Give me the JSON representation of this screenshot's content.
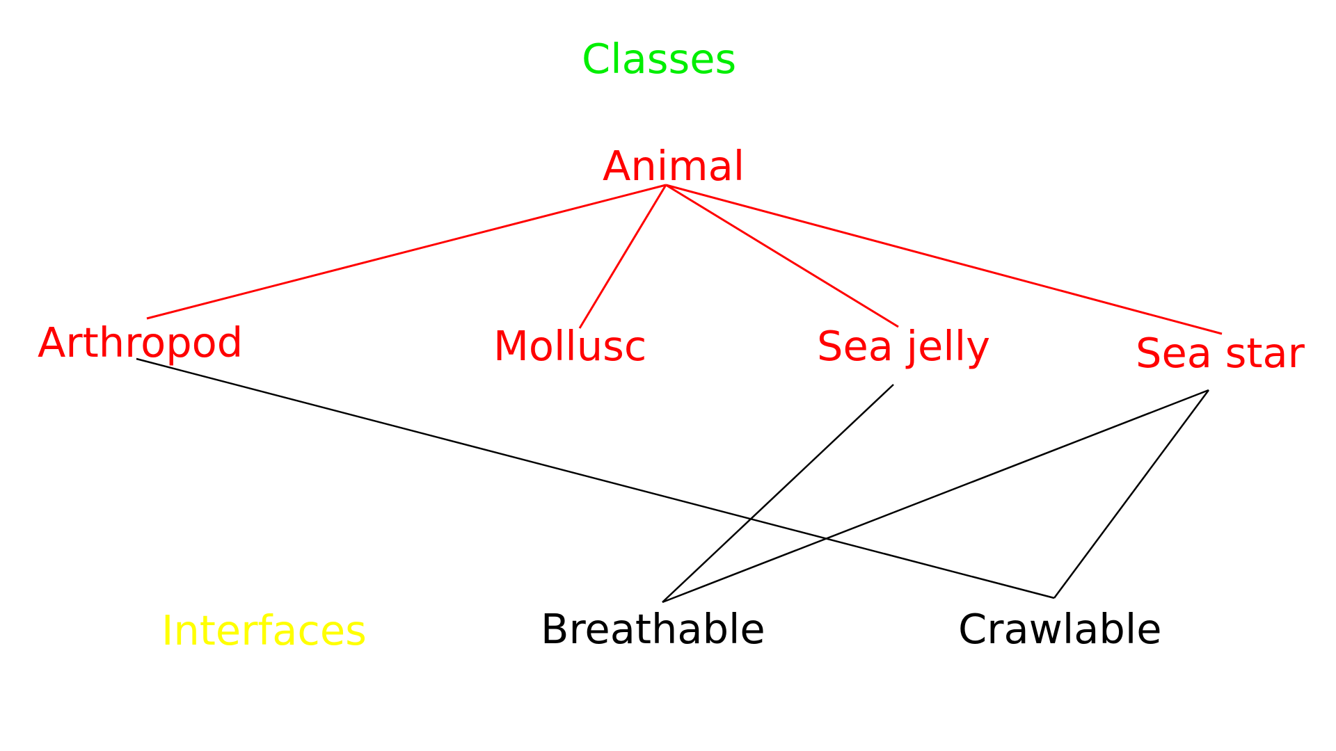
{
  "colors": {
    "classes_heading": "#00ee00",
    "class_node": "#ff0000",
    "interfaces_heading": "#ffff00",
    "interface_node": "#000000",
    "inheritance_edge": "#ff0000",
    "implements_edge": "#000000"
  },
  "headings": {
    "classes": "Classes",
    "interfaces": "Interfaces"
  },
  "classes": {
    "root": "Animal",
    "arthropod": "Arthropod",
    "mollusc": "Mollusc",
    "sea_jelly": "Sea jelly",
    "sea_star": "Sea star"
  },
  "interfaces": {
    "breathable": "Breathable",
    "crawlable": "Crawlable"
  },
  "relations": {
    "extends": [
      [
        "Arthropod",
        "Animal"
      ],
      [
        "Mollusc",
        "Animal"
      ],
      [
        "Sea jelly",
        "Animal"
      ],
      [
        "Sea star",
        "Animal"
      ]
    ],
    "implements": [
      [
        "Arthropod",
        "Crawlable"
      ],
      [
        "Sea jelly",
        "Breathable"
      ],
      [
        "Sea star",
        "Breathable"
      ],
      [
        "Sea star",
        "Crawlable"
      ]
    ]
  }
}
